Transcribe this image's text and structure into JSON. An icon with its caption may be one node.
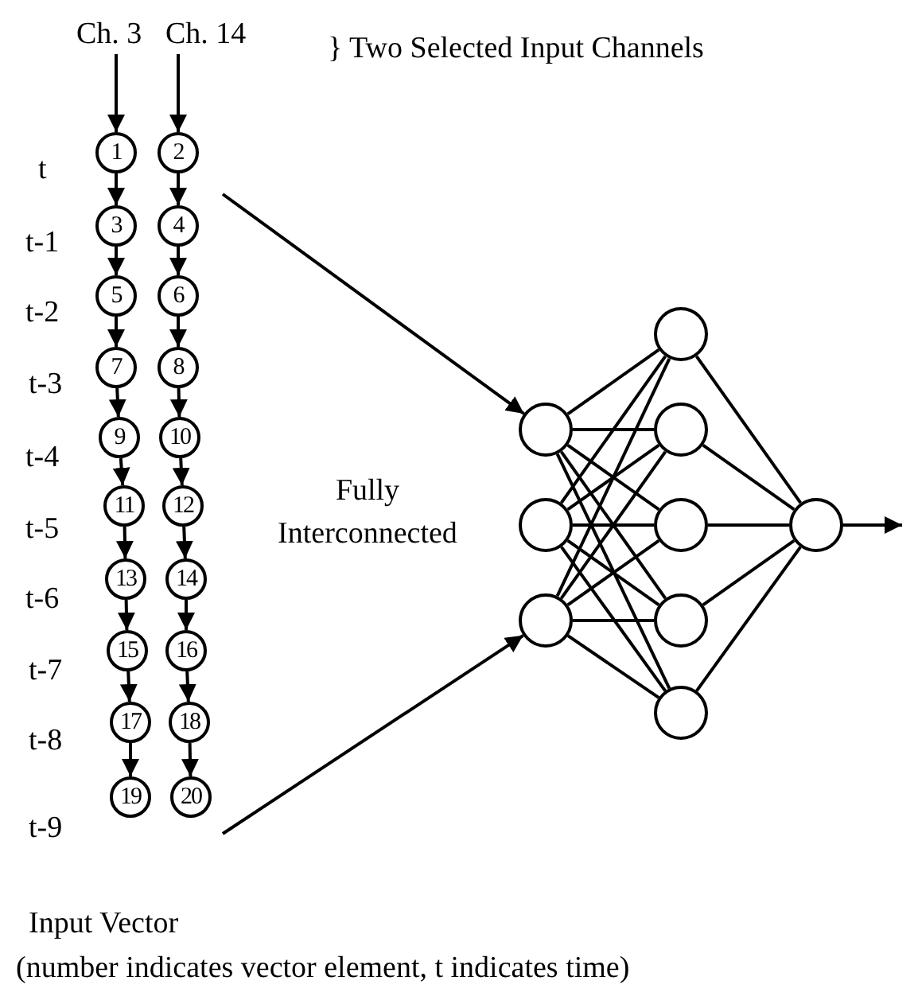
{
  "diagram": {
    "nodes": [
      {
        "text": [
          "Ch. 3"
        ]
      },
      {
        "text": [
          "Ch. 14"
        ]
      },
      {
        "text": [
          "1"
        ]
      },
      {
        "text": [
          "2"
        ]
      },
      {
        "text": [
          "3"
        ]
      },
      {
        "text": [
          "4"
        ]
      },
      {
        "text": [
          "5"
        ]
      },
      {
        "text": [
          "6"
        ]
      },
      {
        "text": [
          "7"
        ]
      },
      {
        "text": [
          "8"
        ]
      },
      {
        "text": [
          "9"
        ]
      },
      {
        "text": [
          "10"
        ]
      },
      {
        "text": [
          "11"
        ]
      },
      {
        "text": [
          "12"
        ]
      },
      {
        "text": [
          "13"
        ]
      },
      {
        "text": [
          "14"
        ]
      },
      {
        "text": [
          "15"
        ]
      },
      {
        "text": [
          "16"
        ]
      },
      {
        "text": [
          "17"
        ]
      },
      {
        "text": [
          "18"
        ]
      },
      {
        "text": [
          "19"
        ]
      },
      {
        "text": [
          "20"
        ]
      },
      {
        "text": [],
        "shape": "circle"
      },
      {
        "text": [],
        "shape": "circle"
      },
      {
        "text": [],
        "shape": "circle"
      },
      {
        "text": [],
        "shape": "circle"
      },
      {
        "text": [],
        "shape": "circle"
      },
      {
        "text": [],
        "shape": "circle"
      },
      {
        "text": [],
        "shape": "circle"
      },
      {
        "text": [],
        "shape": "circle"
      },
      {
        "text": [],
        "shape": "circle"
      }
    ],
    "edges": [
      {
        "from": 0,
        "to": 2,
        "arrow": "to"
      },
      {
        "from": 1,
        "to": 3,
        "arrow": "to"
      },
      {
        "from": 2,
        "to": 4,
        "arrow": "to"
      },
      {
        "from": 3,
        "to": 5,
        "arrow": "to"
      },
      {
        "from": 4,
        "to": 6,
        "arrow": "to"
      },
      {
        "from": 5,
        "to": 7,
        "arrow": "to"
      },
      {
        "from": 6,
        "to": 8,
        "arrow": "to"
      },
      {
        "from": 7,
        "to": 9,
        "arrow": "to"
      },
      {
        "from": 8,
        "to": 10,
        "arrow": "to"
      },
      {
        "from": 9,
        "to": 11,
        "arrow": "to"
      },
      {
        "from": 10,
        "to": 12,
        "arrow": "to"
      },
      {
        "from": 11,
        "to": 13,
        "arrow": "to"
      },
      {
        "from": 12,
        "to": 14,
        "arrow": "to"
      },
      {
        "from": 13,
        "to": 15,
        "arrow": "to"
      },
      {
        "from": 14,
        "to": 16,
        "arrow": "to"
      },
      {
        "from": 15,
        "to": 17,
        "arrow": "to"
      },
      {
        "from": 16,
        "to": 18,
        "arrow": "to"
      },
      {
        "from": 17,
        "to": 19,
        "arrow": "to"
      },
      {
        "from": 18,
        "to": 20,
        "arrow": "to"
      },
      {
        "from": 19,
        "to": 21,
        "arrow": "to"
      },
      {
        "from": null,
        "to": 22,
        "arrow": "to"
      },
      {
        "from": null,
        "to": 24,
        "arrow": "to"
      },
      {
        "from": 22,
        "to": 25,
        "arrow": "none"
      },
      {
        "from": 22,
        "to": 26,
        "arrow": "none"
      },
      {
        "from": 22,
        "to": 27,
        "arrow": "none"
      },
      {
        "from": 22,
        "to": 28,
        "arrow": "none"
      },
      {
        "from": 22,
        "to": 29,
        "arrow": "none"
      },
      {
        "from": 23,
        "to": 25,
        "arrow": "none"
      },
      {
        "from": 23,
        "to": 26,
        "arrow": "none"
      },
      {
        "from": 23,
        "to": 27,
        "arrow": "none"
      },
      {
        "from": 23,
        "to": 28,
        "arrow": "none"
      },
      {
        "from": 23,
        "to": 29,
        "arrow": "none"
      },
      {
        "from": 24,
        "to": 25,
        "arrow": "none"
      },
      {
        "from": 24,
        "to": 26,
        "arrow": "none"
      },
      {
        "from": 24,
        "to": 27,
        "arrow": "none"
      },
      {
        "from": 24,
        "to": 28,
        "arrow": "none"
      },
      {
        "from": 24,
        "to": 29,
        "arrow": "none"
      },
      {
        "from": 25,
        "to": 30,
        "arrow": "none"
      },
      {
        "from": 26,
        "to": 30,
        "arrow": "none"
      },
      {
        "from": 27,
        "to": 30,
        "arrow": "none"
      },
      {
        "from": 28,
        "to": 30,
        "arrow": "none"
      },
      {
        "from": 29,
        "to": 30,
        "arrow": "none"
      },
      {
        "from": 30,
        "to": null,
        "arrow": "to"
      }
    ],
    "labels": [
      "} Two Selected Input Channels",
      "t",
      "t-1",
      "t-2",
      "t-3",
      "t-4",
      "t-5",
      "t-6",
      "t-7",
      "t-8",
      "t-9",
      "Fully Interconnected",
      "Input Vector",
      "(number indicates vector element, t indicates time)"
    ]
  }
}
